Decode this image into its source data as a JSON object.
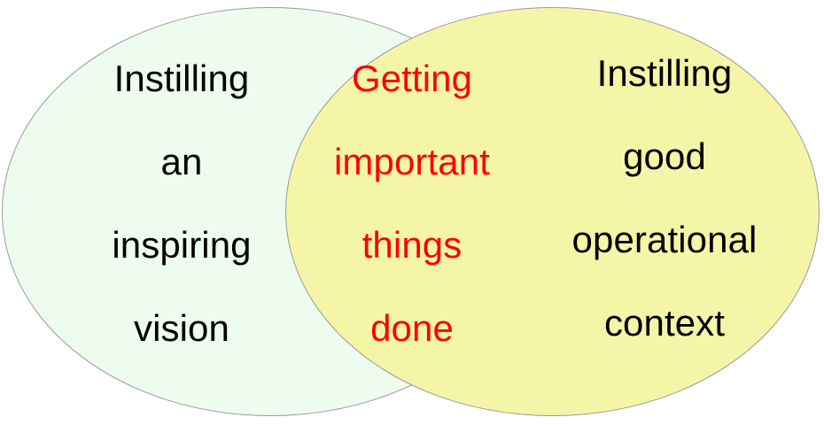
{
  "diagram": {
    "type": "venn",
    "set_count": 2,
    "background_color": "#ffffff",
    "outline_color": "#9a9a9a",
    "left_set": {
      "name": "Instilling an inspiring vision",
      "fill_color": "#eefbef",
      "text_color": "#000000",
      "lines": [
        "Instilling",
        "an",
        "inspiring",
        "vision"
      ]
    },
    "right_set": {
      "name": "Instilling good operational context",
      "fill_color": "#f5f5a8",
      "text_color": "#000000",
      "lines": [
        "Instilling",
        "good",
        "operational",
        "context"
      ]
    },
    "intersection": {
      "name": "Getting important things done",
      "fill_color": "#f5f5a8",
      "text_color": "#ff0000",
      "lines": [
        "Getting",
        "important",
        "things",
        "done"
      ]
    }
  }
}
